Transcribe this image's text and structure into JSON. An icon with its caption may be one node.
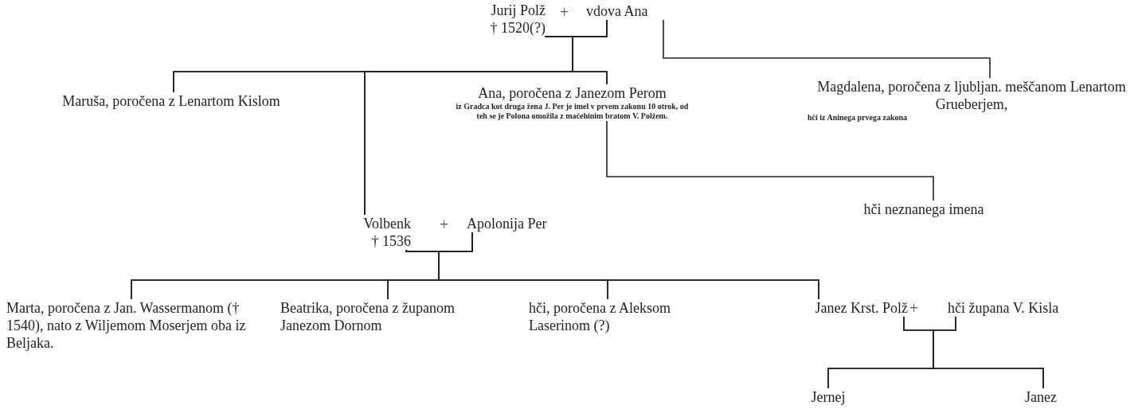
{
  "diagram": {
    "nodes": [
      {
        "text": [
          "Jurij Polž",
          "† 1520(?)"
        ]
      },
      {
        "text": [
          "vdova Ana"
        ]
      },
      {
        "text": [
          "Maruša, poročena z Lenartom Kislom"
        ]
      },
      {
        "text": [
          "Ana, poročena z Janezom Perom",
          "iz Gradca kot druga žena J. Per je imel v prvem zakonu 10 otrok, od teh se je Polona omožila z mačehinim bratom V. Polžem."
        ]
      },
      {
        "text": [
          "Magdalena, poročena z ljubljan. meščanom Lenartom Grueberjem,",
          "hči iz Aninega prvega zakona"
        ]
      },
      {
        "text": [
          "hči neznanega imena"
        ]
      },
      {
        "text": [
          "Volbenk",
          "† 1536"
        ]
      },
      {
        "text": [
          "Apolonija Per"
        ]
      },
      {
        "text": [
          "Marta, poročena z Jan. Wassermanom († 1540), nato z Wiljemom Moserjem oba iz Beljaka."
        ]
      },
      {
        "text": [
          "Beatrika, poročena z županom Janezom Dornom"
        ]
      },
      {
        "text": [
          "hči, poročena z Aleksom Laserinom (?)"
        ]
      },
      {
        "text": [
          "Janez Krst. Polž"
        ]
      },
      {
        "text": [
          "hči župana V. Kisla"
        ]
      },
      {
        "text": [
          "Jernej"
        ]
      },
      {
        "text": [
          "Janez"
        ]
      }
    ],
    "edges": [
      {
        "from": 0,
        "to": 2,
        "arrow": "none"
      },
      {
        "from": 1,
        "to": 2,
        "arrow": "none"
      },
      {
        "from": 0,
        "to": 6,
        "arrow": "none"
      },
      {
        "from": 1,
        "to": 6,
        "arrow": "none"
      },
      {
        "from": 0,
        "to": 3,
        "arrow": "none"
      },
      {
        "from": 1,
        "to": 3,
        "arrow": "none"
      },
      {
        "from": 1,
        "to": 4,
        "arrow": "none"
      },
      {
        "from": 3,
        "to": 5,
        "arrow": "none"
      },
      {
        "from": 6,
        "to": 8,
        "arrow": "none"
      },
      {
        "from": 7,
        "to": 8,
        "arrow": "none"
      },
      {
        "from": 6,
        "to": 9,
        "arrow": "none"
      },
      {
        "from": 7,
        "to": 9,
        "arrow": "none"
      },
      {
        "from": 6,
        "to": 10,
        "arrow": "none"
      },
      {
        "from": 7,
        "to": 10,
        "arrow": "none"
      },
      {
        "from": 6,
        "to": 11,
        "arrow": "none"
      },
      {
        "from": 7,
        "to": 11,
        "arrow": "none"
      },
      {
        "from": 11,
        "to": 13,
        "arrow": "none"
      },
      {
        "from": 12,
        "to": 13,
        "arrow": "none"
      },
      {
        "from": 11,
        "to": 14,
        "arrow": "none"
      },
      {
        "from": 12,
        "to": 14,
        "arrow": "none"
      }
    ],
    "labels": [
      "+",
      "+",
      "+"
    ]
  }
}
